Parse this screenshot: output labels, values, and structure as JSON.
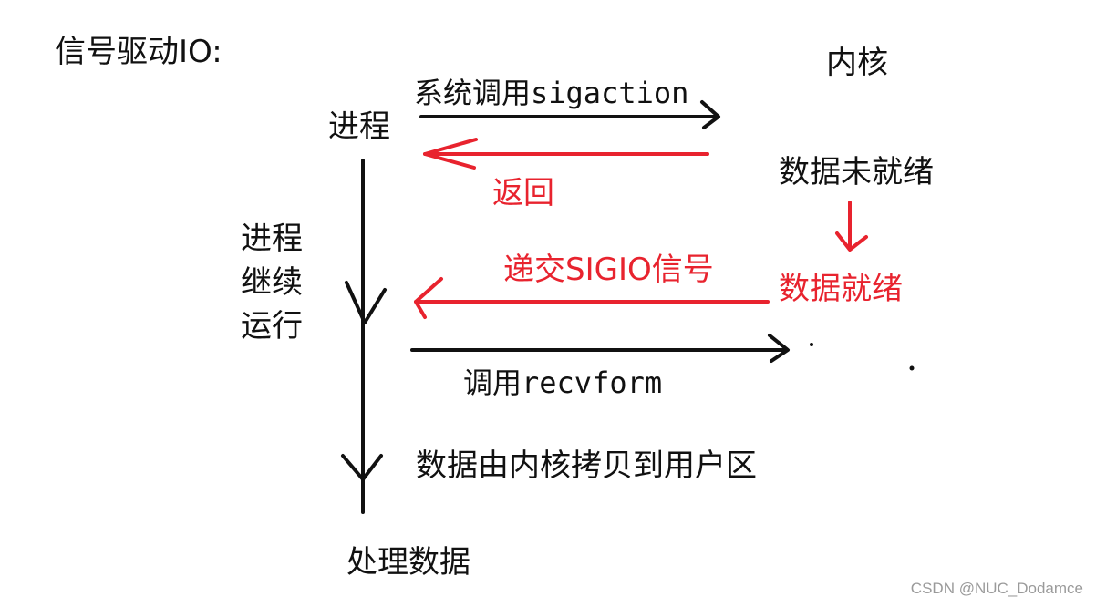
{
  "title": "信号驱动IO:",
  "kernel_label": "内核",
  "process_label": "进程",
  "syscall_label": "系统调用sigaction",
  "return_label": "返回",
  "data_not_ready": "数据未就绪",
  "continue_lines": [
    "进程",
    "继续",
    "运行"
  ],
  "deliver_label": "递交SIGIO信号",
  "data_ready": "数据就绪",
  "call_label": "调用recvform",
  "copy_label": "数据由内核拷贝到用户区",
  "process_data_label": "处理数据",
  "watermark": "CSDN @NUC_Dodamce",
  "colors": {
    "ink": "#111111",
    "signal_red": "#e8232e",
    "watermark_gray": "#9a9a9a"
  }
}
